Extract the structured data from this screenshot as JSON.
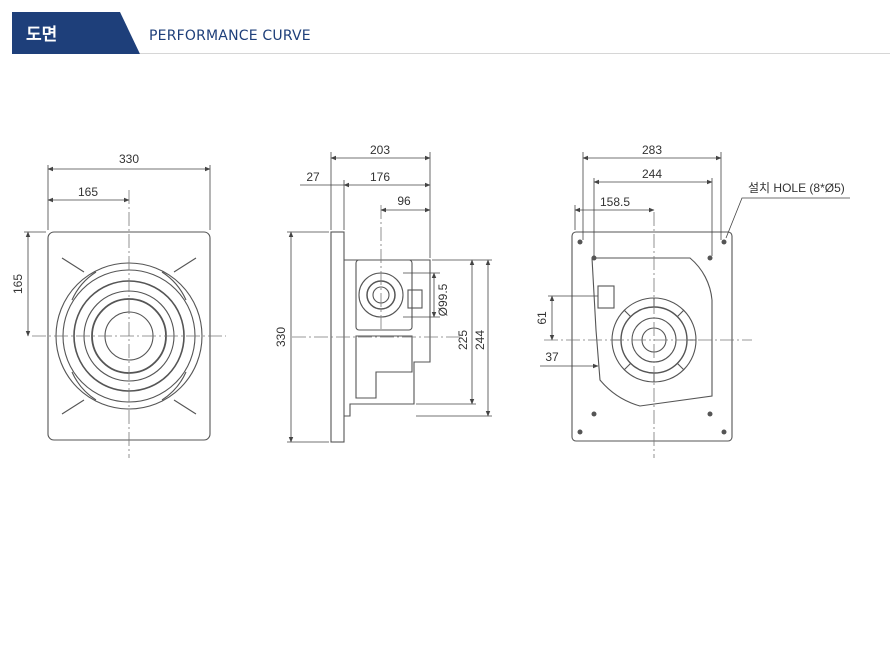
{
  "header": {
    "tab_label": "도면",
    "subtitle": "PERFORMANCE CURVE",
    "accent_color": "#1e3f7a"
  },
  "front_view": {
    "width_label": "330",
    "half_width_label": "165",
    "half_height_label": "165"
  },
  "side_view": {
    "depth_label": "203",
    "flange_label": "27",
    "body_label": "176",
    "duct_offset_label": "96",
    "duct_diameter_label": "Ø99.5",
    "height_label": "330",
    "body_height_label": "225",
    "housing_height_label": "244"
  },
  "rear_view": {
    "width_label": "283",
    "hole_pitch_label": "244",
    "offset_label": "158.5",
    "vertical_offset_label": "61",
    "small_offset_label": "37",
    "hole_note": "설치 HOLE (8*Ø5)"
  }
}
